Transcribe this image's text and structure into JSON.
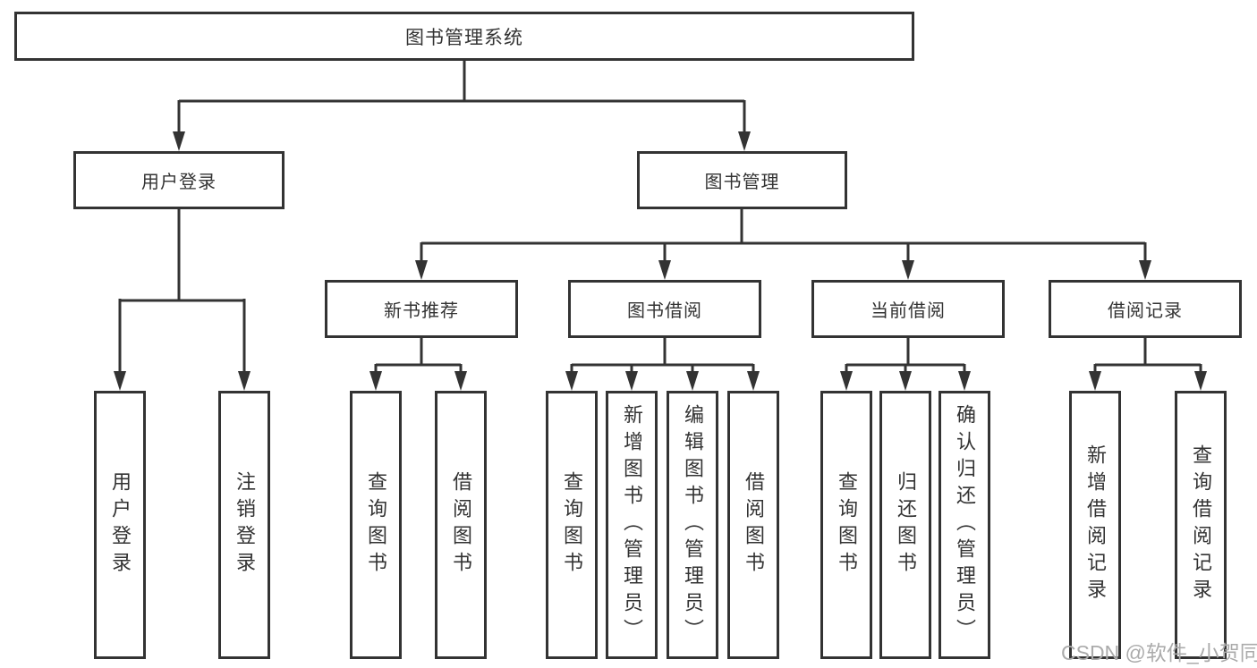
{
  "colors": {
    "line": "#333333",
    "text": "#333333",
    "background": "#ffffff",
    "watermark": "#ababab"
  },
  "tree": {
    "root": {
      "label": "图书管理系统"
    },
    "branches": [
      {
        "label": "用户登录",
        "leaves": [
          {
            "label": "用户登录"
          },
          {
            "label": "注销登录"
          }
        ]
      },
      {
        "label": "图书管理",
        "groups": [
          {
            "label": "新书推荐",
            "leaves": [
              {
                "label": "查询图书"
              },
              {
                "label": "借阅图书"
              }
            ]
          },
          {
            "label": "图书借阅",
            "leaves": [
              {
                "label": "查询图书"
              },
              {
                "label": "新增图书（管理员）"
              },
              {
                "label": "编辑图书（管理员）"
              },
              {
                "label": "借阅图书"
              }
            ]
          },
          {
            "label": "当前借阅",
            "leaves": [
              {
                "label": "查询图书"
              },
              {
                "label": "归还图书"
              },
              {
                "label": "确认归还（管理员）"
              }
            ]
          },
          {
            "label": "借阅记录",
            "leaves": [
              {
                "label": "新增借阅记录"
              },
              {
                "label": "查询借阅记录"
              }
            ]
          }
        ]
      }
    ]
  },
  "watermark": {
    "text": "CSDN @软件_小贺同学"
  }
}
